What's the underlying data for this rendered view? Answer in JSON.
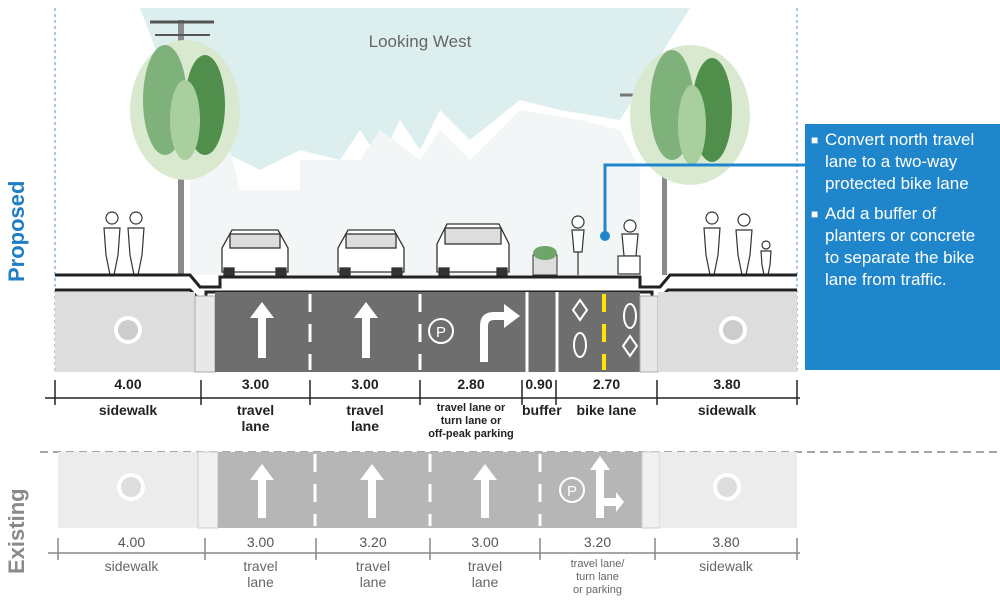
{
  "view_label": "Looking West",
  "proposed": {
    "section_label": "Proposed",
    "widths": [
      "4.00",
      "3.00",
      "3.00",
      "2.80",
      "0.90",
      "2.70",
      "3.80"
    ],
    "labels": [
      "sidewalk",
      "travel\nlane",
      "travel\nlane",
      "travel lane or\nturn lane or\noff-peak parking",
      "buffer",
      "bike lane",
      "sidewalk"
    ]
  },
  "existing": {
    "section_label": "Existing",
    "widths": [
      "4.00",
      "3.00",
      "3.20",
      "3.00",
      "3.20",
      "3.80"
    ],
    "labels": [
      "sidewalk",
      "travel\nlane",
      "travel\nlane",
      "travel\nlane",
      "travel lane/\nturn lane\nor parking",
      "sidewalk"
    ]
  },
  "callout": {
    "bullets": [
      "Convert north travel lane to a two-way protected bike lane",
      "Add a buffer of planters or concrete to separate the bike lane from traffic."
    ]
  },
  "colors": {
    "accent": "#1f86cc",
    "road": "#6e6e6e",
    "sidewalk": "#dddddd",
    "bike_center": "#ffe600"
  }
}
